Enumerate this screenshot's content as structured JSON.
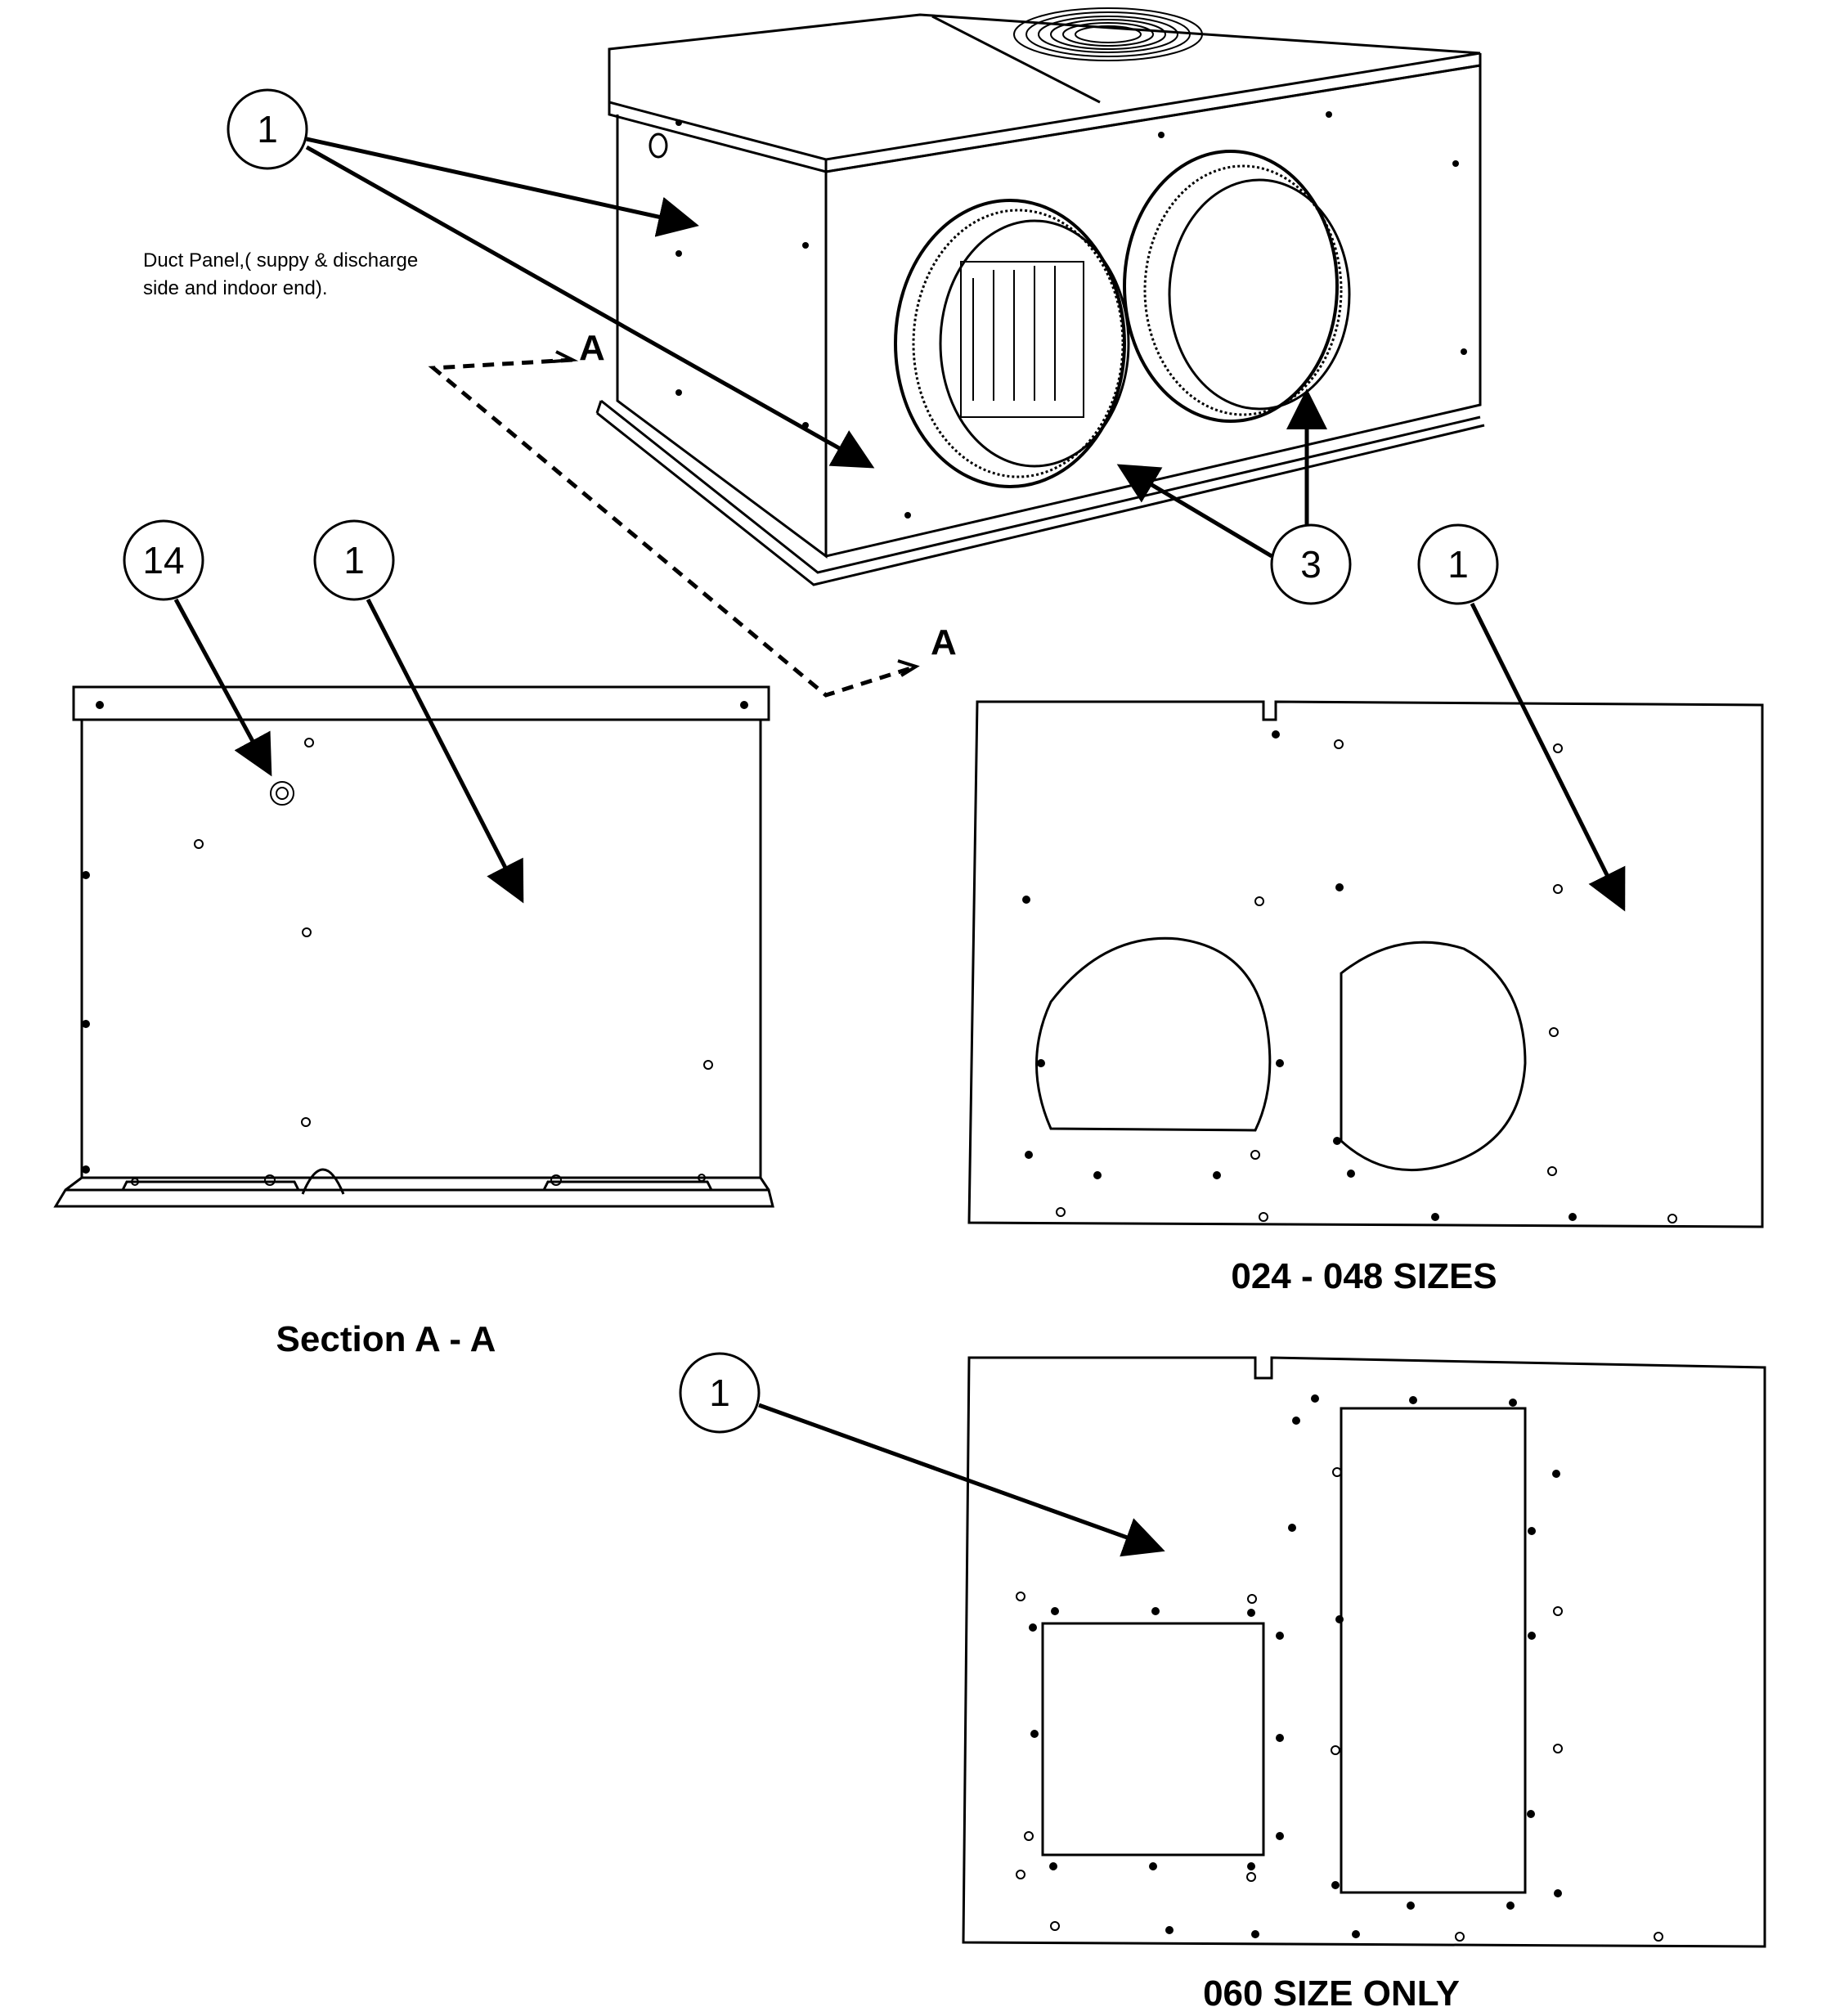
{
  "note": {
    "line1": "Duct Panel,( suppy & discharge",
    "line2": "side and indoor end)."
  },
  "section_marker": "A",
  "callouts": {
    "top_left": "1",
    "top_right_3": "3",
    "right_1": "1",
    "section_14": "14",
    "section_1": "1",
    "bottom_1": "1"
  },
  "captions": {
    "section": "Section A - A",
    "sizes_024_048": "024 - 048 SIZES",
    "size_060": "060 SIZE ONLY"
  }
}
